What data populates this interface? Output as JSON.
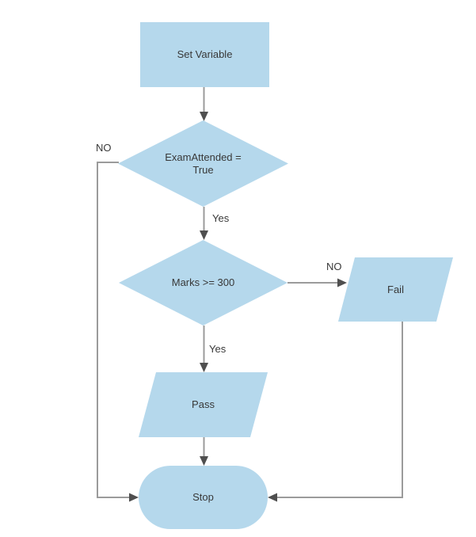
{
  "diagram": {
    "type": "flowchart",
    "colors": {
      "page_background": "#ffffff",
      "shape_fill": "#b5d8ec",
      "connector": "#9b9b9b",
      "arrowhead": "#4f4f4f",
      "label_text": "#383838"
    },
    "nodes": [
      {
        "id": "set-variable",
        "shape": "process-rectangle",
        "label": "Set Variable"
      },
      {
        "id": "exam-attended",
        "shape": "decision-diamond",
        "label": "ExamAttended = True"
      },
      {
        "id": "marks",
        "shape": "decision-diamond",
        "label": "Marks >= 300"
      },
      {
        "id": "fail",
        "shape": "data-parallelogram",
        "label": "Fail"
      },
      {
        "id": "pass",
        "shape": "data-parallelogram",
        "label": "Pass"
      },
      {
        "id": "stop",
        "shape": "terminator-pill",
        "label": "Stop"
      }
    ],
    "edges": [
      {
        "from": "set-variable",
        "to": "exam-attended",
        "label": ""
      },
      {
        "from": "exam-attended",
        "to": "stop",
        "label": "NO"
      },
      {
        "from": "exam-attended",
        "to": "marks",
        "label": "Yes"
      },
      {
        "from": "marks",
        "to": "fail",
        "label": "NO"
      },
      {
        "from": "marks",
        "to": "pass",
        "label": "Yes"
      },
      {
        "from": "pass",
        "to": "stop",
        "label": ""
      },
      {
        "from": "fail",
        "to": "stop",
        "label": ""
      }
    ]
  }
}
